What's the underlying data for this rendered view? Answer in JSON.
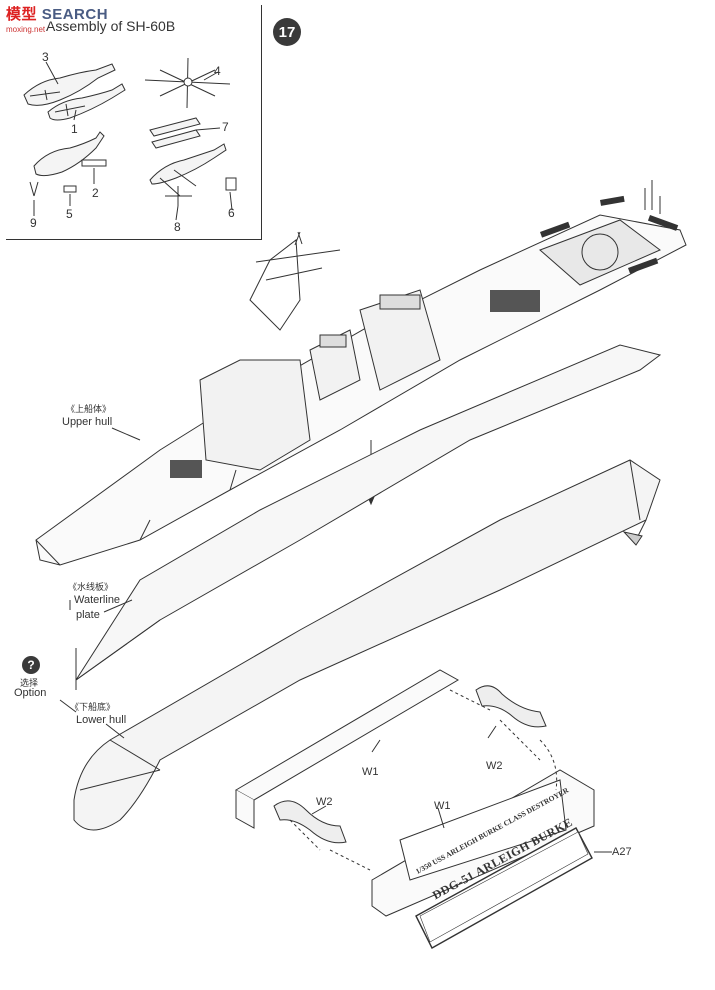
{
  "watermark": {
    "brand_a": "模",
    "brand_b": "型",
    "brand_c": "SEARCH",
    "url": "moxing.net"
  },
  "inset": {
    "title": "Assembly of SH-60B",
    "callouts": [
      "1",
      "2",
      "3",
      "4",
      "5",
      "6",
      "7",
      "8",
      "9"
    ]
  },
  "step_number": "17",
  "labels": {
    "upper_hull_cn": "《上船体》",
    "upper_hull": "Upper hull",
    "waterline_cn": "《水线板》",
    "waterline_l1": "Waterline",
    "waterline_l2": "plate",
    "option_cn": "选择",
    "option": "Option",
    "option_icon": "?",
    "lower_hull_cn": "《下船底》",
    "lower_hull": "Lower hull",
    "w1_left": "W1",
    "w2_right": "W2",
    "w2_left": "W2",
    "w1_right": "W1",
    "a27": "A27"
  },
  "nameplate": {
    "line1": "1/350 USS ARLEIGH BURKE CLASS DESTROYER",
    "line2": "DDG-51 ARLEIGH BURKE"
  }
}
